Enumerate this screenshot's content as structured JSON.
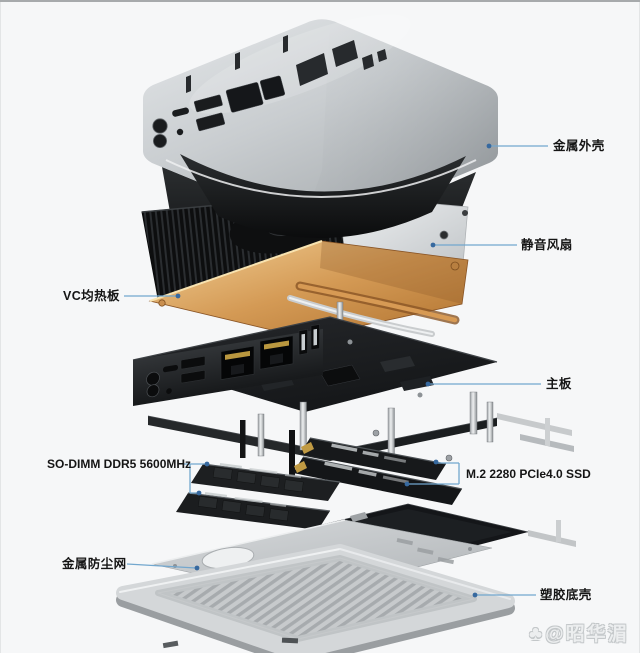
{
  "page": {
    "background_color": "#f6f7f8",
    "frame_border_color": "#a7aaac"
  },
  "diagram": {
    "accent_line_color": "#72a7ce",
    "accent_dot_color": "#37699f",
    "label_text_color": "#151515"
  },
  "callouts": {
    "metal_shell": {
      "label": "金属外壳",
      "side": "right"
    },
    "silent_fan": {
      "label": "静音风扇",
      "side": "right"
    },
    "vc_plate": {
      "label": "VC均热板",
      "side": "left"
    },
    "motherboard": {
      "label": "主板",
      "side": "right"
    },
    "so_dimm": {
      "label": "SO-DIMM DDR5 5600MHz",
      "side": "left"
    },
    "m2_ssd": {
      "label": "M.2 2280 PCIe4.0 SSD",
      "side": "right"
    },
    "dust_filter": {
      "label": "金属防尘网",
      "side": "left"
    },
    "bottom_shell": {
      "label": "塑胶底壳",
      "side": "right"
    }
  },
  "watermark": {
    "icon": "♣",
    "text": "@昭华湄"
  }
}
